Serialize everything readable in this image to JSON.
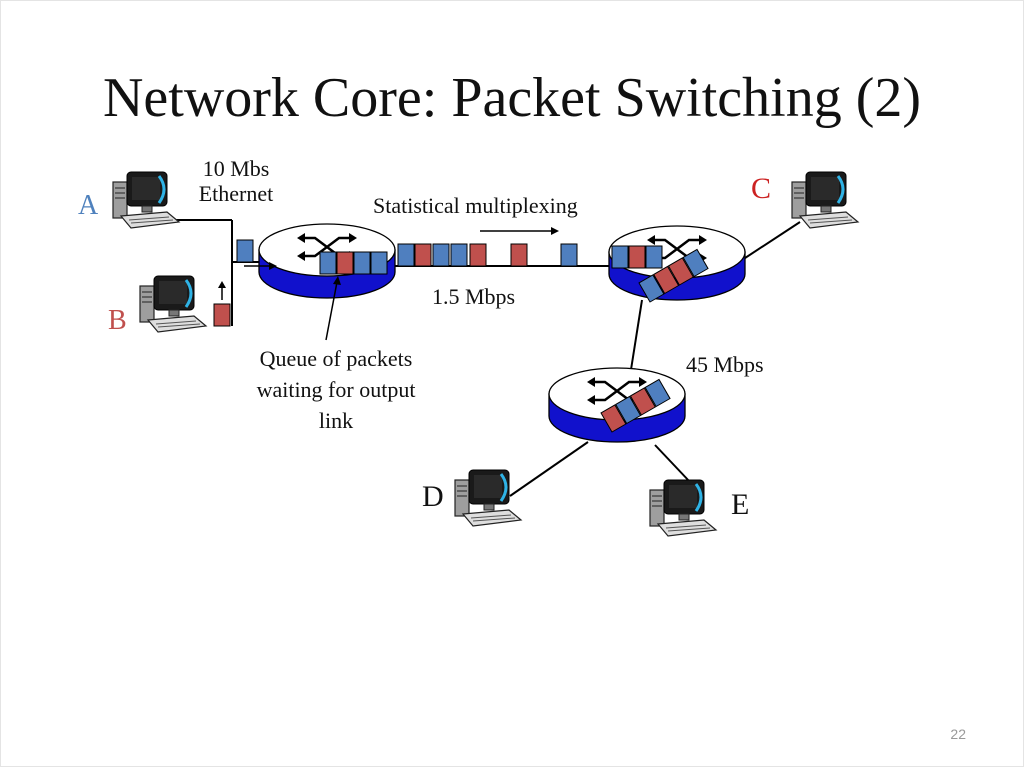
{
  "slide": {
    "title": "Network Core: Packet Switching (2)",
    "page_number": "22"
  },
  "labels": {
    "ethernet_line1": "10 Mbs",
    "ethernet_line2": "Ethernet",
    "stat_mux": "Statistical multiplexing",
    "link_1_5": "1.5 Mbps",
    "link_45": "45 Mbps",
    "queue_line1": "Queue of packets",
    "queue_line2": "waiting for output",
    "queue_line3": "link"
  },
  "hosts": {
    "A": "A",
    "B": "B",
    "C": "C",
    "D": "D",
    "E": "E"
  },
  "colors": {
    "router_fill": "#1111cc",
    "packet_blue": "#4f7fbf",
    "packet_red": "#c0504d",
    "host_A_label": "#4f81bd",
    "host_B_label": "#c0504d",
    "host_C_label": "#cc2222"
  }
}
